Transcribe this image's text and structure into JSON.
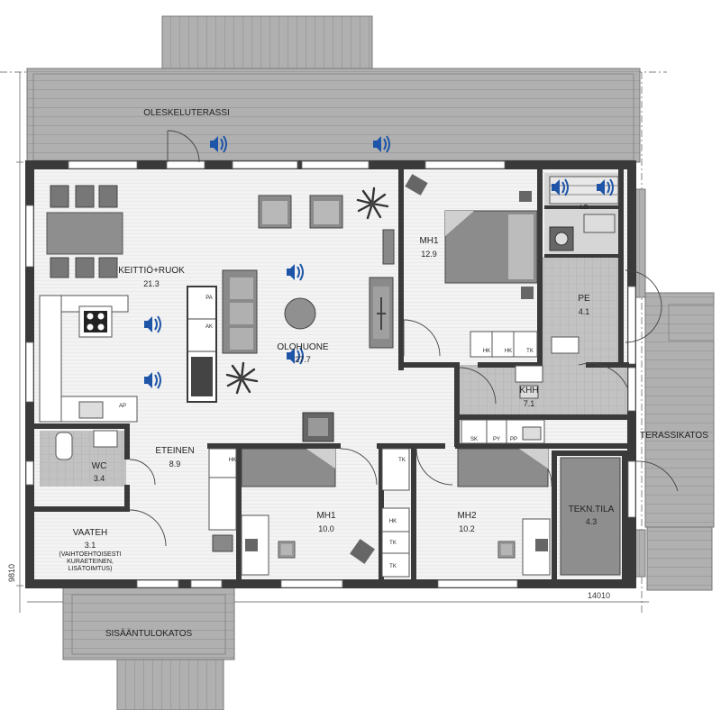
{
  "rooms": {
    "oleskeluterassi": "OLESKELUTERASSI",
    "keittio_label": "KEITTIÖ+RUOK",
    "keittio_area": "21.3",
    "olohuone_label": "OLOHUONE",
    "olohuone_area": "27.7",
    "mh1_top_label": "MH1",
    "mh1_top_area": "12.9",
    "pe_label": "PE",
    "pe_area": "4.1",
    "lo_label": "LO",
    "khh_label": "KHH",
    "khh_area": "7.1",
    "terassikatos": "TERASSIKATOS",
    "eteinen_label": "ETEINEN",
    "eteinen_area": "8.9",
    "wc_label": "WC",
    "wc_area": "3.4",
    "vaateh_label": "VAATEH",
    "vaateh_area": "3.1",
    "vaateh_note1": "(VAIHTOEHTOISESTI",
    "vaateh_note2": "KURAETEINEN,",
    "vaateh_note3": "LISÄTOIMTUS)",
    "mh1_bottom_label": "MH1",
    "mh1_bottom_area": "10.0",
    "mh2_label": "MH2",
    "mh2_area": "10.2",
    "tekn_label": "TEKN.TILA",
    "tekn_area": "4.3",
    "sisaantulokatos": "SISÄÄNTULOKATOS"
  },
  "tags": {
    "hk": "HK",
    "tk": "TK",
    "ap": "AP",
    "sk": "SK",
    "py": "PY",
    "pp": "PP",
    "pa": "PA",
    "ak": "AK"
  },
  "dimensions": {
    "width": "14010",
    "height": "9810"
  },
  "icons": {
    "speaker": "speaker-icon"
  },
  "colors": {
    "wall": "#3a3a3a",
    "terrace": "#a8a8a8",
    "furniture": "#8e8e8e",
    "floor": "#f2f2f2",
    "tile": "#b9b9b9",
    "speaker": "#1e55a8"
  }
}
